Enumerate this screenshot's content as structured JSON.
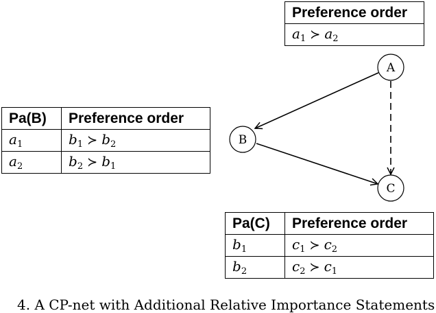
{
  "graph": {
    "nodes": [
      {
        "id": "A",
        "label": "A"
      },
      {
        "id": "B",
        "label": "B"
      },
      {
        "id": "C",
        "label": "C"
      }
    ],
    "edges": [
      {
        "from": "A",
        "to": "B",
        "style": "solid"
      },
      {
        "from": "B",
        "to": "C",
        "style": "solid"
      },
      {
        "from": "A",
        "to": "C",
        "style": "dashed"
      }
    ]
  },
  "cpt_a": {
    "header": "Preference order",
    "rows": [
      {
        "order": [
          {
            "v": "a",
            "i": "1"
          },
          {
            "v": "a",
            "i": "2"
          }
        ]
      }
    ]
  },
  "cpt_b": {
    "header_parent": "Pa(B)",
    "header_order": "Preference order",
    "rows": [
      {
        "parent": {
          "v": "a",
          "i": "1"
        },
        "order": [
          {
            "v": "b",
            "i": "1"
          },
          {
            "v": "b",
            "i": "2"
          }
        ]
      },
      {
        "parent": {
          "v": "a",
          "i": "2"
        },
        "order": [
          {
            "v": "b",
            "i": "2"
          },
          {
            "v": "b",
            "i": "1"
          }
        ]
      }
    ]
  },
  "cpt_c": {
    "header_parent": "Pa(C)",
    "header_order": "Preference order",
    "rows": [
      {
        "parent": {
          "v": "b",
          "i": "1"
        },
        "order": [
          {
            "v": "c",
            "i": "1"
          },
          {
            "v": "c",
            "i": "2"
          }
        ]
      },
      {
        "parent": {
          "v": "b",
          "i": "2"
        },
        "order": [
          {
            "v": "c",
            "i": "2"
          },
          {
            "v": "c",
            "i": "1"
          }
        ]
      }
    ]
  },
  "relation_symbol": "≻",
  "caption": "4. A CP-net with Additional Relative Importance Statements"
}
